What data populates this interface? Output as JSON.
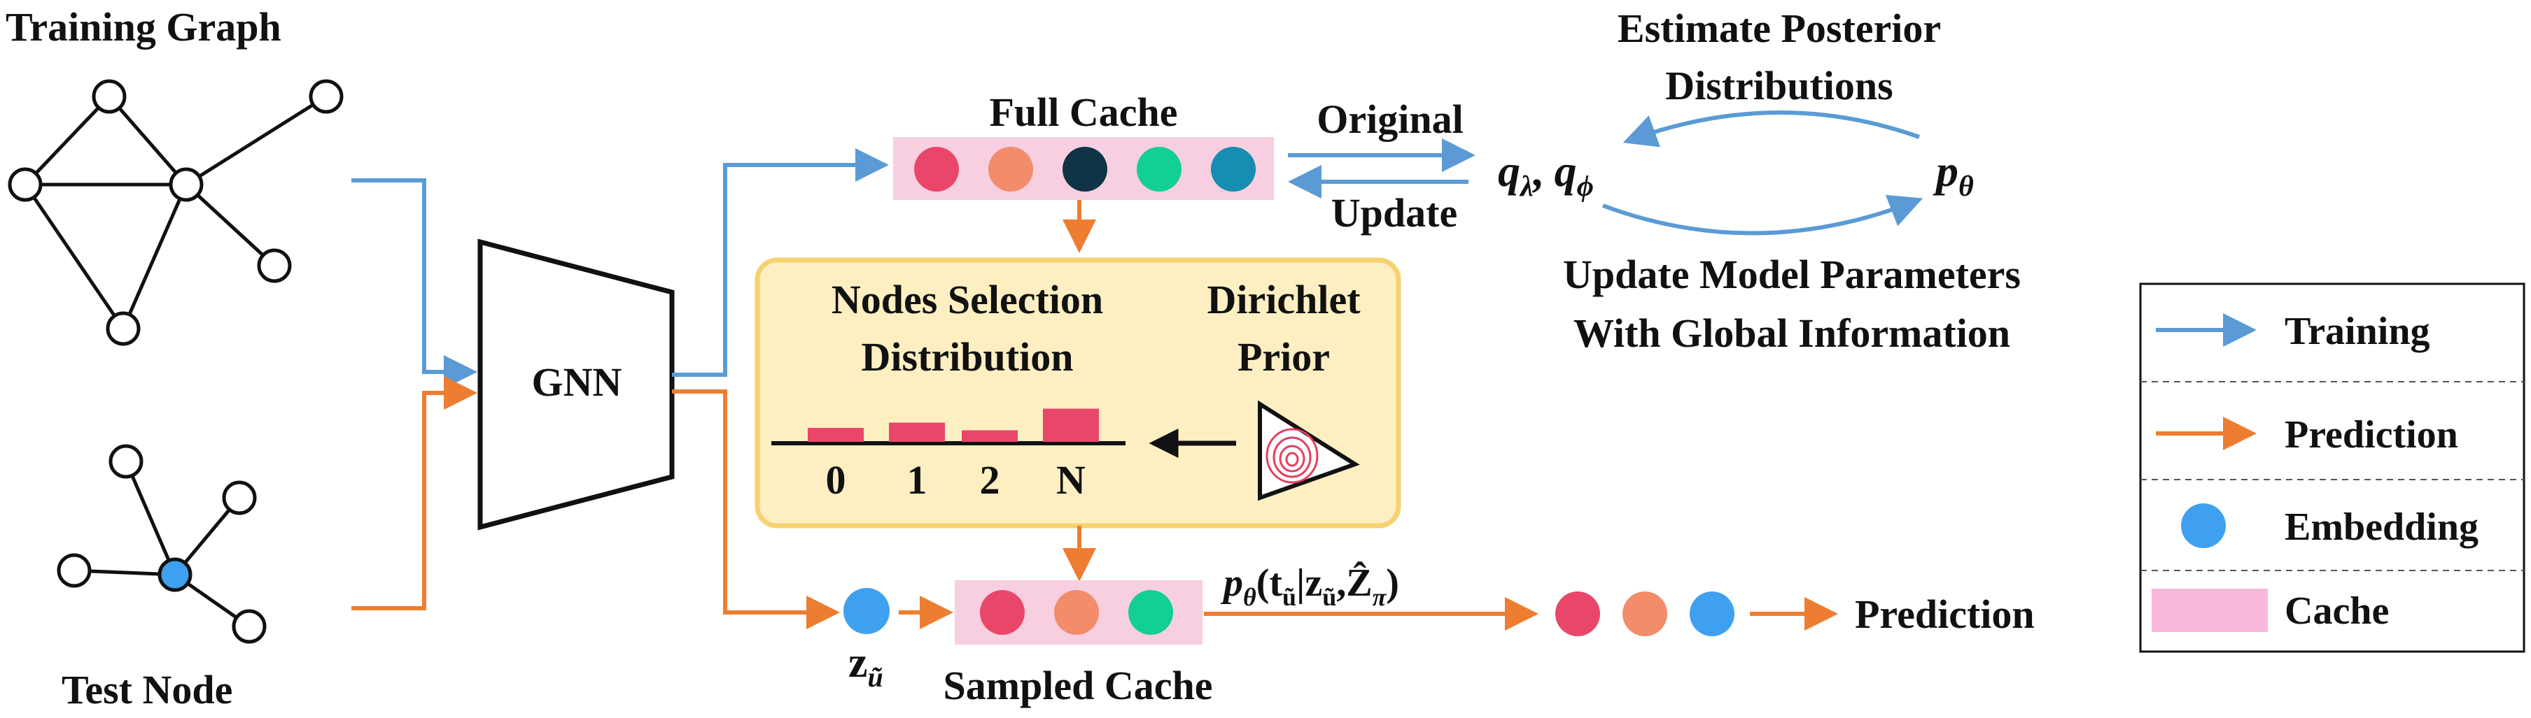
{
  "colors": {
    "training": "#5b9bd5",
    "prediction": "#ed7d31",
    "embedding": "#3fa0f0",
    "cache_bg": "#f7cfe0",
    "selection_bg": "#fdefc2",
    "selection_border": "#f6d270",
    "bar": "#e8476a",
    "node_stroke": "#111111"
  },
  "training_graph": {
    "title": "Training Graph"
  },
  "test_graph": {
    "title": "Test Node"
  },
  "gnn": {
    "label": "GNN"
  },
  "full_cache": {
    "title": "Full Cache",
    "dot_colors": [
      "#e9476a",
      "#f28c6a",
      "#0e3446",
      "#12cf96",
      "#168db1"
    ]
  },
  "exchange": {
    "original_label": "Original",
    "update_label": "Update"
  },
  "posterior": {
    "q_text": "q",
    "q1_sub": "λ",
    "comma": ",",
    "q2_sub": "ϕ",
    "p_text": "p",
    "p_sub": "θ",
    "top_line1": "Estimate Posterior",
    "top_line2": "Distributions",
    "bottom_line1": "Update Model Parameters",
    "bottom_line2": "With Global Information"
  },
  "selection": {
    "title_line1": "Nodes Selection",
    "title_line2": "Distribution",
    "prior_line1": "Dirichlet",
    "prior_line2": "Prior",
    "bar_labels": [
      "0",
      "1",
      "2",
      "N"
    ],
    "bar_values": [
      0.4,
      0.55,
      0.33,
      0.95
    ]
  },
  "sampled_cache": {
    "title": "Sampled Cache",
    "dot_colors": [
      "#e9476a",
      "#f28c6a",
      "#12cf96"
    ]
  },
  "test_embedding": {
    "label": "z",
    "sub": "ũ"
  },
  "formula": {
    "p": "p",
    "p_sub": "θ",
    "open": "(t",
    "t_sub": "ũ",
    "mid": "|z",
    "z_sub": "ũ",
    "sep": ",",
    "Z": "Ẑ",
    "Z_sub": "π",
    "close": ")"
  },
  "output": {
    "dot_colors": [
      "#e9476a",
      "#f28c6a",
      "#3fa0f0"
    ],
    "label": "Prediction"
  },
  "legend": {
    "items": [
      {
        "icon": "arrow-icon",
        "label": "Training",
        "color": "#5b9bd5"
      },
      {
        "icon": "arrow-icon",
        "label": "Prediction",
        "color": "#ed7d31"
      },
      {
        "icon": "dot-icon",
        "label": "Embedding",
        "color": "#3fa0f0"
      },
      {
        "icon": "box-icon",
        "label": "Cache",
        "color": "#f7b8dc"
      }
    ]
  }
}
